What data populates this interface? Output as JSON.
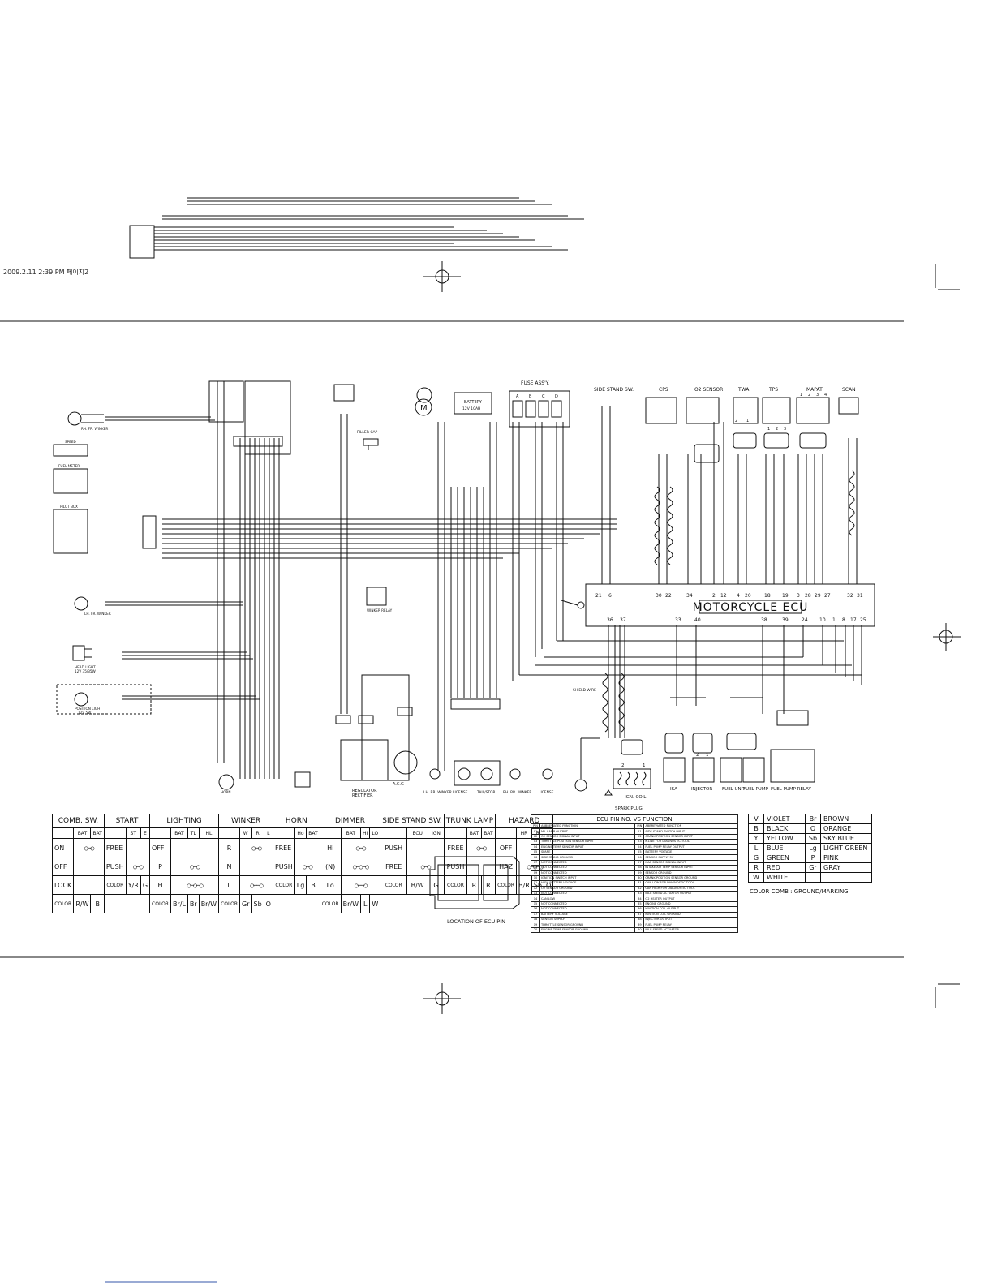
{
  "header": {
    "stamp": "2009.2.11 2:39 PM 페이지2"
  },
  "diagram": {
    "ecu_title": "MOTORCYCLE ECU",
    "top_labels": {
      "fuse": "FUSE ASS'Y.",
      "side_stand": "SIDE STAND SW.",
      "cps": "CPS",
      "o2": "O2 SENSOR",
      "twa": "TWA",
      "tps": "TPS",
      "mapat": "MAPAT",
      "scan": "SCAN",
      "battery": "BATTERY",
      "battery_spec": "12V 10AH",
      "motor": "M",
      "filler_cap": "FILLER CAP"
    },
    "left_labels": {
      "rh_fr_winker": "RH. FR. WINKER",
      "speed": "SPEED",
      "fuel_meter": "FUEL METER",
      "pilot_box": "PILOT BOX",
      "lh_fr_winker": "LH. FR. WINKER",
      "head_light": "HEAD LIGHT",
      "head_light_spec": "12V 35/35W",
      "position_light": "POSITION LIGHT",
      "position_light_spec": "12V 5W",
      "horn": "HORN",
      "winker_relay": "WINKER RELAY",
      "regulator": "REGULATOR",
      "rectifier": "RECTIFIER",
      "acg": "A.C.G"
    },
    "bottom_labels": {
      "lh_rr_winker": "LH. RR. WINKER",
      "license": "LICENSE",
      "tail_stop": "TAIL/STOP",
      "rh_rr_winker": "RH. RR. WINKER",
      "license2": "LICENSE",
      "spark_plug": "SPARK PLUG",
      "ign_coil": "IGN. COIL",
      "isa": "ISA",
      "injector": "INJECTOR",
      "fuel_unit": "FUEL UNIT",
      "fuel_pump": "FUEL PUMP",
      "fuel_pump_relay": "FUEL PUMP RELAY",
      "shield_wire": "SHIELD WIRE"
    },
    "ecu_top_pins": [
      "21",
      "6",
      "30",
      "22",
      "34",
      "2",
      "12",
      "4",
      "20",
      "18",
      "19",
      "3",
      "28",
      "29",
      "27",
      "32",
      "31"
    ],
    "ecu_bottom_pins": [
      "36",
      "37",
      "33",
      "40",
      "38",
      "39",
      "24",
      "10",
      "1",
      "8",
      "17",
      "25"
    ],
    "fuse_letters": [
      "A",
      "B",
      "C",
      "D"
    ],
    "connector_pins_twa": [
      "2",
      "1"
    ],
    "connector_pins_tps": [
      "1",
      "2",
      "3"
    ],
    "connector_pins_mapat": [
      "1",
      "2",
      "3",
      "4"
    ],
    "ign_coil_pins": [
      "2",
      "1"
    ],
    "injector_pins": [
      "2",
      "1"
    ]
  },
  "comb_switch": {
    "headers": [
      "COMB. SW.",
      "START",
      "LIGHTING",
      "WINKER",
      "HORN",
      "DIMMER",
      "SIDE STAND SW.",
      "TRUNK LAMP",
      "HAZARD"
    ],
    "sub": {
      "comb": [
        "",
        "BAT",
        "BAT"
      ],
      "start": [
        "",
        "ST",
        "E"
      ],
      "lighting": [
        "",
        "BAT",
        "TL",
        "HL"
      ],
      "winker": [
        "",
        "W",
        "R",
        "L"
      ],
      "horn": [
        "",
        "Ho",
        "BAT"
      ],
      "dimmer": [
        "",
        "BAT",
        "HI",
        "LO"
      ],
      "side": [
        "",
        "ECU",
        "IGN"
      ],
      "trunk": [
        "",
        "BAT",
        "BAT"
      ],
      "hazard": [
        "",
        "HR",
        "R",
        "L"
      ]
    },
    "rows": [
      {
        "comb": [
          "ON",
          "○─○",
          ""
        ],
        "start": [
          "FREE",
          "",
          ""
        ],
        "lighting": [
          "OFF",
          "",
          "",
          ""
        ],
        "winker": [
          "R",
          "○─○",
          ""
        ],
        "horn": [
          "FREE",
          ""
        ],
        "dimmer": [
          "Hi",
          "○─○",
          ""
        ],
        "side": [
          "PUSH",
          "",
          ""
        ],
        "trunk": [
          "FREE",
          "○─○"
        ],
        "hazard": [
          "OFF",
          "",
          ""
        ]
      },
      {
        "comb": [
          "OFF",
          "",
          ""
        ],
        "start": [
          "PUSH",
          "○─○",
          ""
        ],
        "lighting": [
          "P",
          "○─○",
          ""
        ],
        "winker": [
          "N",
          "",
          ""
        ],
        "horn": [
          "PUSH",
          "○─○"
        ],
        "dimmer": [
          "(N)",
          "○─○─○",
          ""
        ],
        "side": [
          "FREE",
          "○─○",
          ""
        ],
        "trunk": [
          "PUSH",
          ""
        ],
        "hazard": [
          "HAZ",
          "○─○─○",
          ""
        ]
      },
      {
        "comb": [
          "LOCK",
          "",
          ""
        ],
        "start": [
          "COLOR",
          "Y/R",
          "G"
        ],
        "lighting": [
          "H",
          "○─○─○",
          ""
        ],
        "winker": [
          "L",
          "○──○",
          ""
        ],
        "horn": [
          "COLOR",
          "Lg",
          "B"
        ],
        "dimmer": [
          "Lo",
          "○──○",
          ""
        ],
        "side": [
          "COLOR",
          "B/W",
          "G"
        ],
        "trunk": [
          "COLOR",
          "R",
          "R"
        ],
        "hazard": [
          "COLOR",
          "B/R",
          "Sb",
          "O"
        ]
      },
      {
        "comb": [
          "COLOR",
          "R/W",
          "B"
        ],
        "lighting": [
          "COLOR",
          "Br/L",
          "Br",
          "Br/W"
        ],
        "winker": [
          "COLOR",
          "Gr",
          "Sb",
          "O"
        ],
        "dimmer": [
          "COLOR",
          "Br/W",
          "L",
          "W"
        ]
      }
    ]
  },
  "ecu_pin_table": {
    "title": "ECU PIN NO. VS FUNCTION",
    "col_headers": [
      "PIN",
      "ABBREVIATED FUNCTION",
      "PIN",
      "ABBREVIATED FUNCTION"
    ],
    "rows": [
      [
        "01",
        "MIL LAMP OUTPUT",
        "21",
        "SIDE STAND SWITCH INPUT"
      ],
      [
        "02",
        "O2 SENSOR SIGNAL INPUT",
        "22",
        "CRANK POSITION SENSOR INPUT"
      ],
      [
        "03",
        "THROTTLE POSITION SENSOR INPUT",
        "23",
        "K-LINE FOR DIAGNOSTIC TOOL"
      ],
      [
        "04",
        "ENGINE TEMP SENSOR INPUT",
        "24",
        "FUEL PUMP RELAY OUTPUT"
      ],
      [
        "05",
        "SPARE",
        "25",
        "BATTERY VOLTAGE"
      ],
      [
        "06",
        "SIDE STAND GROUND",
        "26",
        "SENSOR SUPPLY 5V"
      ],
      [
        "07",
        "NOT CONNECTED",
        "27",
        "MAP SENSOR SIGNAL INPUT"
      ],
      [
        "08",
        "NOT CONNECTED",
        "28",
        "INTAKE AIR TEMP SENSOR INPUT"
      ],
      [
        "09",
        "NOT CONNECTED",
        "29",
        "SENSOR GROUND"
      ],
      [
        "10",
        "IGNITION SWITCH INPUT",
        "30",
        "CRANK POSITION SENSOR GROUND"
      ],
      [
        "11",
        "HIGH BATTERY VOLTAGE",
        "31",
        "CAN LOW FOR DIAGNOSTIC TOOL"
      ],
      [
        "12",
        "O2 SENSOR GROUND",
        "32",
        "CAN HIGH FOR DIAGNOSTIC TOOL"
      ],
      [
        "13",
        "NOT CONNECTED",
        "33",
        "IDLE SPEED ACTUATOR OUTPUT"
      ],
      [
        "14",
        "CAN LOW",
        "34",
        "O2 HEATER OUTPUT"
      ],
      [
        "15",
        "NOT CONNECTED",
        "35",
        "ENGINE GROUND"
      ],
      [
        "16",
        "NOT CONNECTED",
        "36",
        "IGNITION COIL OUTPUT"
      ],
      [
        "17",
        "BATTERY VOLTAGE",
        "37",
        "IGNITION COIL GROUND"
      ],
      [
        "18",
        "SENSOR SUPPLY",
        "38",
        "INJECTOR OUTPUT"
      ],
      [
        "19",
        "THROTTLE SENSOR GROUND",
        "39",
        "FUEL PUMP RELAY"
      ],
      [
        "20",
        "ENGINE TEMP SENSOR GROUND",
        "40",
        "IDLE SPEED ACTUATOR"
      ]
    ]
  },
  "ecu_location_label": "LOCATION OF ECU PIN",
  "color_table": {
    "rows": [
      [
        "V",
        "VIOLET",
        "Br",
        "BROWN"
      ],
      [
        "B",
        "BLACK",
        "O",
        "ORANGE"
      ],
      [
        "Y",
        "YELLOW",
        "Sb",
        "SKY BLUE"
      ],
      [
        "L",
        "BLUE",
        "Lg",
        "LIGHT GREEN"
      ],
      [
        "G",
        "GREEN",
        "P",
        "PINK"
      ],
      [
        "R",
        "RED",
        "Gr",
        "GRAY"
      ],
      [
        "W",
        "WHITE",
        "",
        ""
      ]
    ],
    "note": "COLOR COMB : GROUND/MARKING"
  }
}
